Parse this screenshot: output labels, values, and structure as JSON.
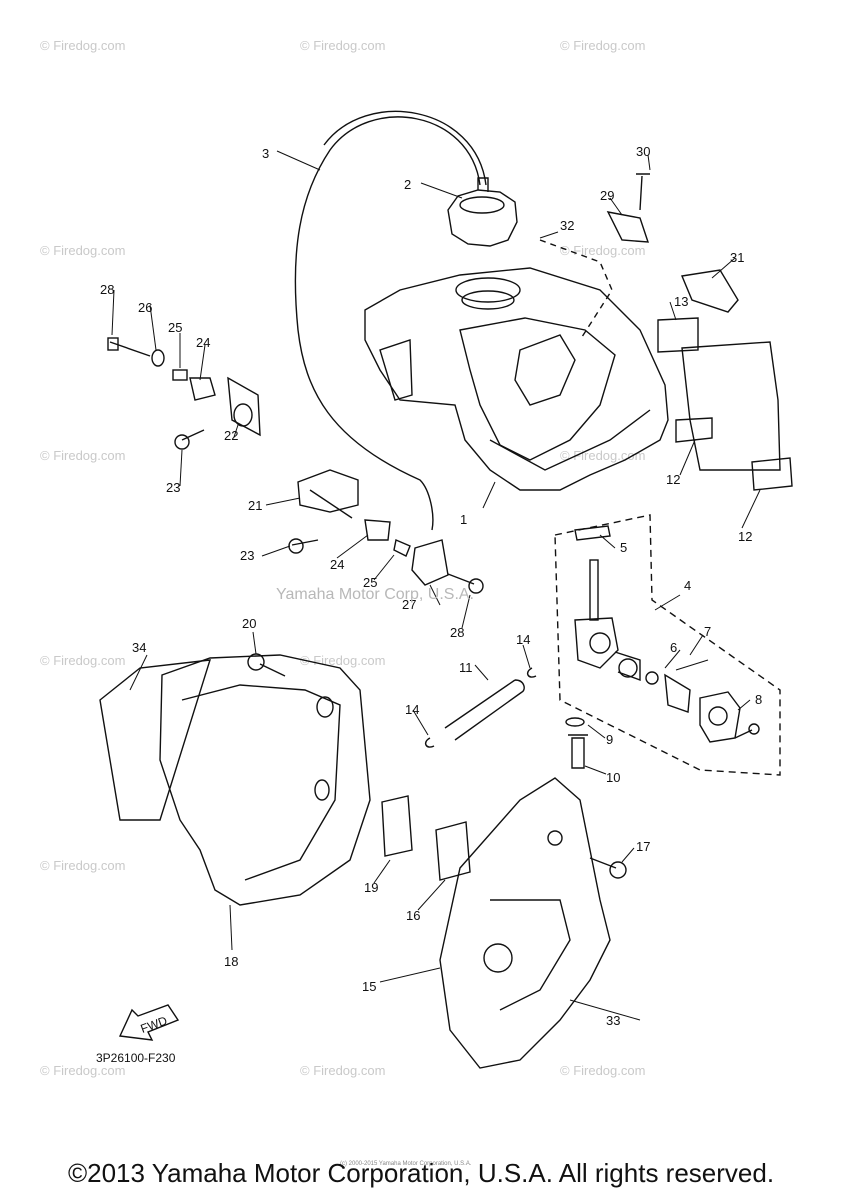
{
  "diagram": {
    "part_code": "3P26100-F230",
    "fwd_label": "FWD",
    "center_watermark": "Yamaha Motor Corp, U.S.A.",
    "copyright": "©2013 Yamaha Motor Corporation, U.S.A. All rights reserved.",
    "copyright_small": "(c) 2000-2015 Yamaha Motor Corporation, U.S.A.",
    "watermark_text": "© Firedog.com",
    "callouts": [
      "1",
      "2",
      "3",
      "4",
      "5",
      "6",
      "7",
      "8",
      "9",
      "10",
      "11",
      "12",
      "12",
      "13",
      "14",
      "14",
      "15",
      "16",
      "17",
      "18",
      "19",
      "20",
      "21",
      "22",
      "23",
      "23",
      "24",
      "24",
      "25",
      "25",
      "26",
      "27",
      "28",
      "28",
      "29",
      "30",
      "31",
      "32",
      "33",
      "34"
    ]
  }
}
